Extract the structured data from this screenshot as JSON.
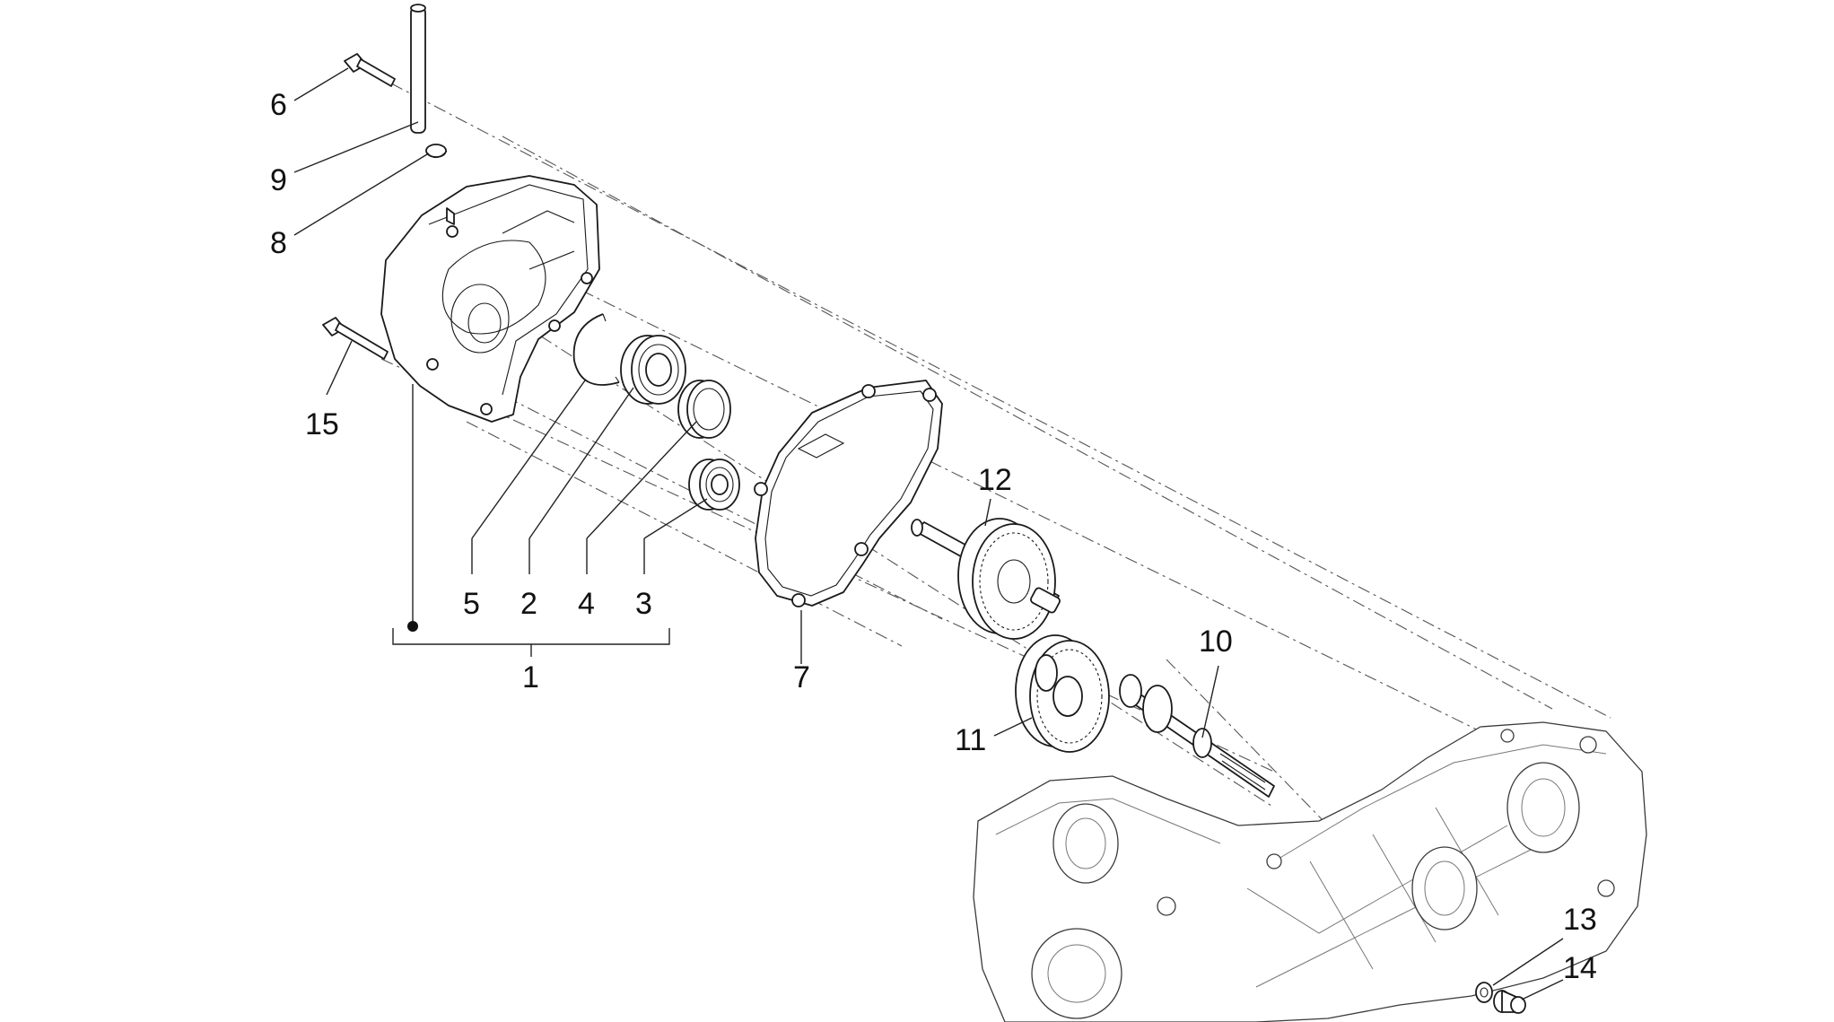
{
  "diagram": {
    "callouts": {
      "c1": "1",
      "c2": "2",
      "c3": "3",
      "c4": "4",
      "c5": "5",
      "c6": "6",
      "c7": "7",
      "c8": "8",
      "c9": "9",
      "c10": "10",
      "c11": "11",
      "c12": "12",
      "c13": "13",
      "c14": "14",
      "c15": "15"
    },
    "colors": {
      "line": "#1a1a1a",
      "background": "#ffffff"
    }
  }
}
